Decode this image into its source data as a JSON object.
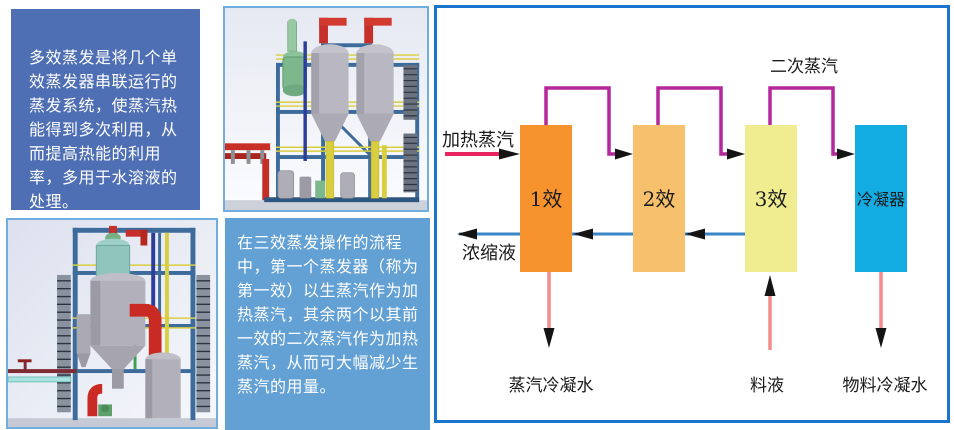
{
  "intro_panel": {
    "text": "多效蒸发是将几个单效蒸发器串联运行的蒸发系统，使蒸汽热能得到多次利用，从而提高热能的利用率，多用于水溶液的处理。",
    "bg": "#4F6FB5",
    "text_color": "#FFFFFF"
  },
  "process_panel": {
    "text": "在三效蒸发操作的流程中，第一个蒸发器（称为第一效）以生蒸汽作为加热蒸汽，其余两个以其前一效的二次蒸汽作为加热蒸汽，从而可大幅减少生蒸汽的用量。",
    "bg": "#63A0D4",
    "text_color": "#FFFFFF"
  },
  "diagram": {
    "border_color": "#1B75CF",
    "boxes": [
      {
        "label": "1效",
        "color": "#F7932C"
      },
      {
        "label": "2效",
        "color": "#F6C06C"
      },
      {
        "label": "3效",
        "color": "#EFED8F"
      },
      {
        "label": "冷凝器",
        "color": "#12ACE3"
      }
    ],
    "labels": {
      "heating_steam": "加热蒸汽",
      "secondary_steam": "二次蒸汽",
      "concentrate": "浓缩液",
      "steam_condensate": "蒸汽冷凝水",
      "feed": "料液",
      "material_condensate": "物料冷凝水"
    },
    "line_colors": {
      "heating_steam": "#E8255F",
      "secondary_steam": "#B5279B",
      "concentrate": "#3A87C8",
      "condensate": "#F48C8C",
      "arrowhead": "#141414"
    }
  }
}
